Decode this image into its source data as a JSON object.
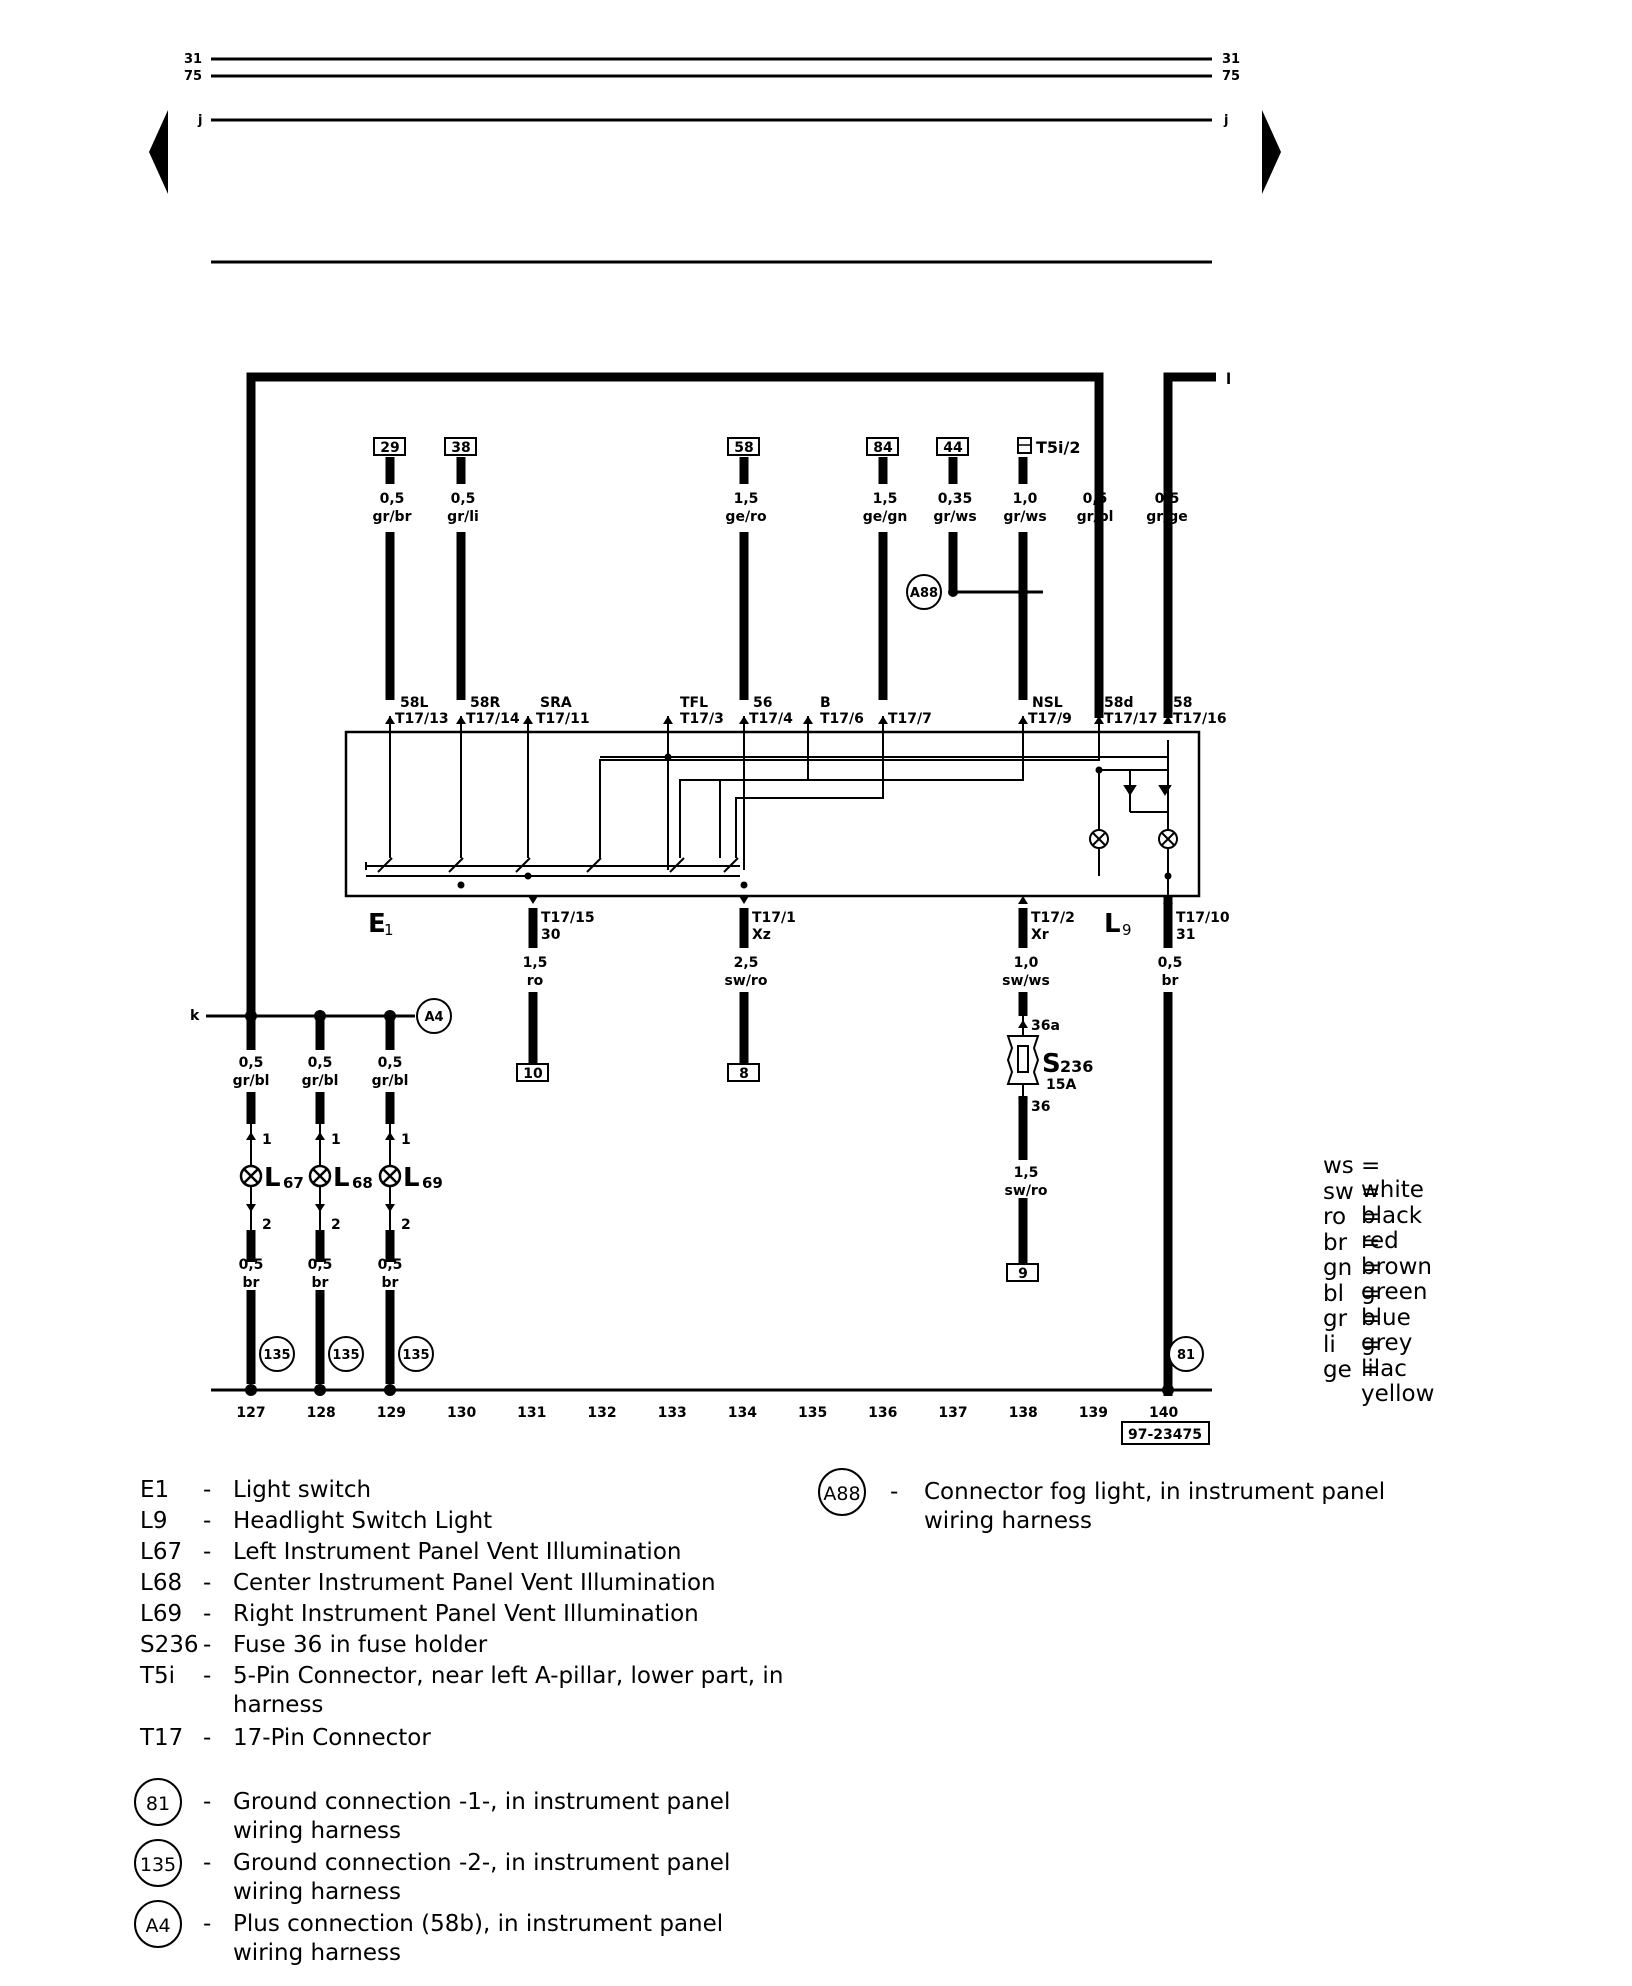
{
  "title_id": "97-23475",
  "bus_labels": {
    "b31": "31",
    "b75": "75",
    "bj": "j",
    "bk": "k",
    "bl": "l"
  },
  "track_numbers": [
    "127",
    "128",
    "129",
    "130",
    "131",
    "132",
    "133",
    "134",
    "135",
    "136",
    "137",
    "138",
    "139",
    "140"
  ],
  "top_terminals": [
    "29",
    "38",
    "58",
    "84",
    "44"
  ],
  "t5_label": "T5i/2",
  "wires_top": [
    {
      "id": "w310",
      "size": "0,5",
      "color": "gr/br"
    },
    {
      "id": "w367",
      "size": "0,5",
      "color": "gr/li"
    },
    {
      "id": "w590",
      "size": "1,5",
      "color": "ge/ro"
    },
    {
      "id": "w700",
      "size": "1,5",
      "color": "ge/gn"
    },
    {
      "id": "w757",
      "size": "0,35",
      "color": "gr/ws"
    },
    {
      "id": "w812",
      "size": "1,0",
      "color": "gr/ws"
    },
    {
      "id": "w868",
      "size": "0,5",
      "color": "gr/bl"
    },
    {
      "id": "w923",
      "size": "0,5",
      "color": "gr/ge"
    }
  ],
  "pins_top": [
    {
      "name": "58L",
      "pin": "T17/13"
    },
    {
      "name": "58R",
      "pin": "T17/14"
    },
    {
      "name": "SRA",
      "pin": "T17/11"
    },
    {
      "name": "TFL",
      "pin": "T17/3"
    },
    {
      "name": "56",
      "pin": "T17/4"
    },
    {
      "name": "B",
      "pin": "T17/6"
    },
    {
      "name": "",
      "pin": "T17/7"
    },
    {
      "name": "NSL",
      "pin": "T17/9"
    },
    {
      "name": "58d",
      "pin": "T17/17"
    },
    {
      "name": "58",
      "pin": "T17/16"
    }
  ],
  "pins_bottom": [
    {
      "pin": "T17/15",
      "name": "30"
    },
    {
      "pin": "T17/1",
      "name": "Xz"
    },
    {
      "pin": "T17/2",
      "name": "Xr"
    },
    {
      "pin": "T17/10",
      "name": "31"
    }
  ],
  "component_labels": {
    "e1": "E",
    "e1_sub": "1",
    "l9": "L",
    "l9_sub": "9",
    "s236": "S",
    "s236_sub": "236",
    "s236_amp": "15A",
    "fuse_in": "36a",
    "fuse_out": "36"
  },
  "wires_bottom": [
    {
      "size": "1,5",
      "color": "ro"
    },
    {
      "size": "2,5",
      "color": "sw/ro"
    },
    {
      "size": "1,0",
      "color": "sw/ws"
    },
    {
      "size": "0,5",
      "color": "br"
    },
    {
      "size": "1,5",
      "color": "sw/ro"
    }
  ],
  "bottom_terminals": [
    "10",
    "8",
    "9"
  ],
  "lamps": [
    {
      "name": "L",
      "sub": "67",
      "top_size": "0,5",
      "top_color": "gr/bl",
      "bot_size": "0,5",
      "bot_color": "br",
      "pin1": "1",
      "pin2": "2"
    },
    {
      "name": "L",
      "sub": "68",
      "top_size": "0,5",
      "top_color": "gr/bl",
      "bot_size": "0,5",
      "bot_color": "br",
      "pin1": "1",
      "pin2": "2"
    },
    {
      "name": "L",
      "sub": "69",
      "top_size": "0,5",
      "top_color": "gr/bl",
      "bot_size": "0,5",
      "bot_color": "br",
      "pin1": "1",
      "pin2": "2"
    }
  ],
  "circle_labels": {
    "a4": "A4",
    "a88": "A88",
    "g135": "135",
    "g81": "81"
  },
  "color_codes": [
    {
      "code": "ws",
      "meaning": "= white"
    },
    {
      "code": "sw",
      "meaning": "= black"
    },
    {
      "code": "ro",
      "meaning": "= red"
    },
    {
      "code": "br",
      "meaning": "= brown"
    },
    {
      "code": "gn",
      "meaning": "= green"
    },
    {
      "code": "bl",
      "meaning": "= blue"
    },
    {
      "code": "gr",
      "meaning": "= grey"
    },
    {
      "code": "li",
      "meaning": "= lilac"
    },
    {
      "code": "ge",
      "meaning": "= yellow"
    }
  ],
  "legend_left": [
    {
      "code": "E1",
      "dash": "-",
      "text": "Light switch"
    },
    {
      "code": "L9",
      "dash": "-",
      "text": "Headlight Switch Light"
    },
    {
      "code": "L67",
      "dash": "-",
      "text": "Left Instrument Panel Vent Illumination"
    },
    {
      "code": "L68",
      "dash": "-",
      "text": "Center Instrument Panel Vent Illumination"
    },
    {
      "code": "L69",
      "dash": "-",
      "text": "Right Instrument Panel Vent Illumination"
    },
    {
      "code": "S236",
      "dash": "-",
      "text": "Fuse 36 in fuse holder"
    },
    {
      "code": "T5i",
      "dash": "-",
      "text": "5-Pin Connector, near left A-pillar, lower part, in harness"
    },
    {
      "code": "T17",
      "dash": "-",
      "text": "17-Pin Connector"
    }
  ],
  "legend_ground": [
    {
      "code": "81",
      "dash": "-",
      "text": "Ground connection -1-, in instrument panel wiring harness"
    },
    {
      "code": "135",
      "dash": "-",
      "text": "Ground connection -2-, in instrument panel wiring harness"
    },
    {
      "code": "A4",
      "dash": "-",
      "text": "Plus connection (58b), in instrument panel wiring harness"
    }
  ],
  "legend_right": {
    "code": "A88",
    "dash": "-",
    "text": "Connector fog light, in instrument panel wiring harness"
  }
}
